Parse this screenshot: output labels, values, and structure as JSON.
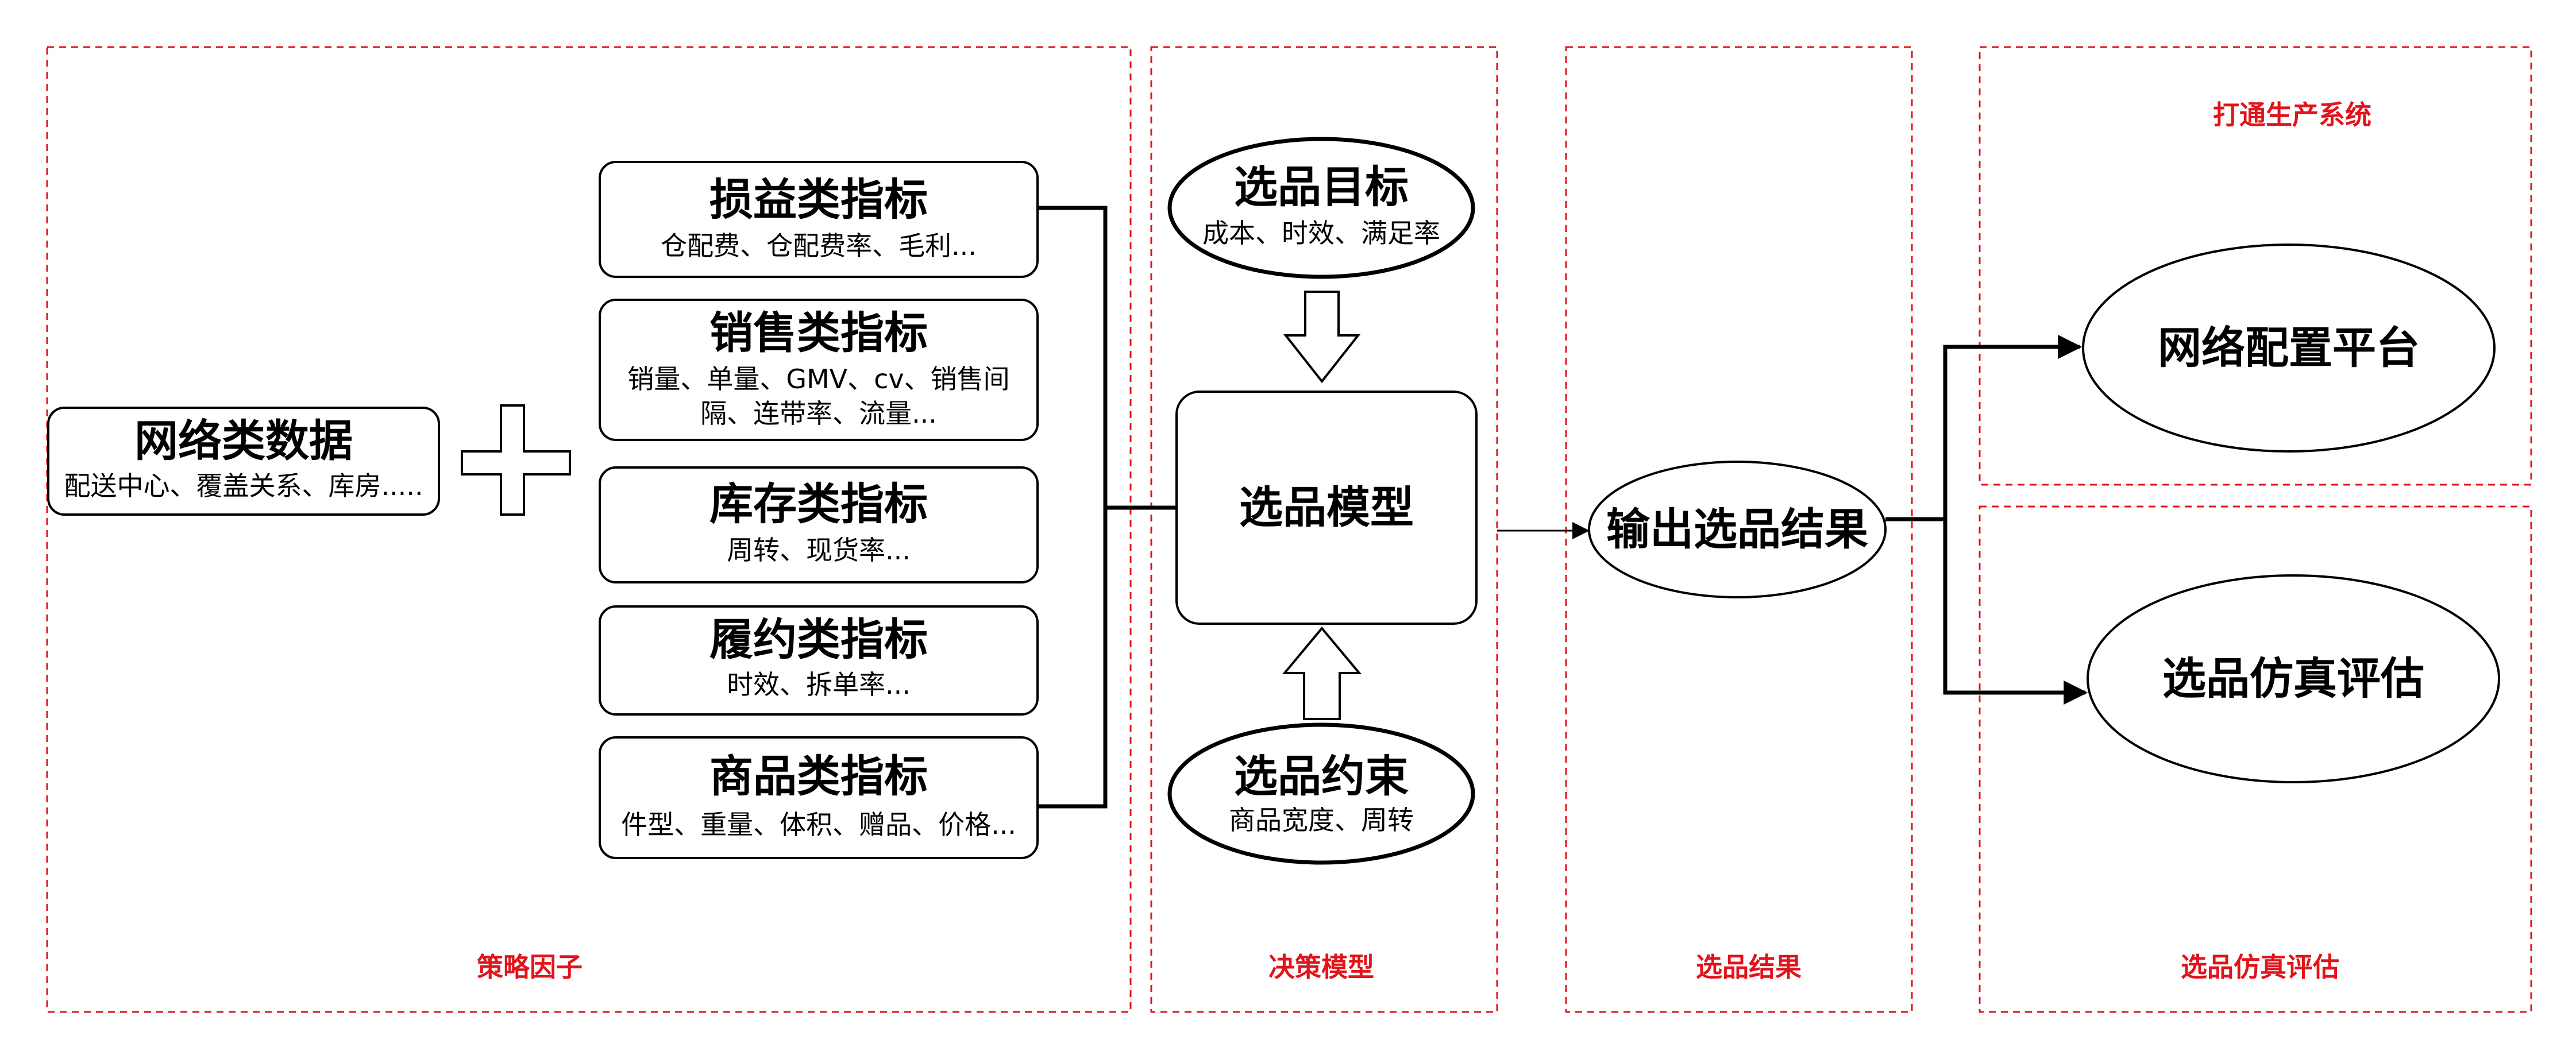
{
  "sections": {
    "strategy": "策略因子",
    "decision": "决策模型",
    "result": "选品结果",
    "production": "打通生产系统",
    "simulation": "选品仿真评估"
  },
  "network": {
    "title": "网络类数据",
    "sub": "配送中心、覆盖关系、库房....."
  },
  "indicators": [
    {
      "title": "损益类指标",
      "lines": [
        "仓配费、仓配费率、毛利..."
      ]
    },
    {
      "title": "销售类指标",
      "lines": [
        "销量、单量、GMV、cv、销售间",
        "隔、连带率、流量..."
      ]
    },
    {
      "title": "库存类指标",
      "lines": [
        "周转、现货率..."
      ]
    },
    {
      "title": "履约类指标",
      "lines": [
        "时效、拆单率..."
      ]
    },
    {
      "title": "商品类指标",
      "lines": [
        "件型、重量、体积、赠品、价格..."
      ]
    }
  ],
  "goal": {
    "title": "选品目标",
    "sub": "成本、时效、满足率"
  },
  "model": {
    "title": "选品模型"
  },
  "constraint": {
    "title": "选品约束",
    "sub": "商品宽度、周转"
  },
  "output": {
    "title": "输出选品结果"
  },
  "platform": {
    "title": "网络配置平台"
  },
  "sim": {
    "title": "选品仿真评估"
  }
}
